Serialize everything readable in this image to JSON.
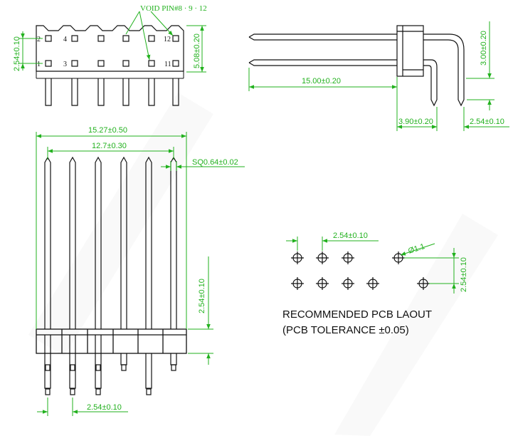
{
  "colors": {
    "dimension": "#22b11e",
    "outline": "#111111",
    "background": "#ffffff"
  },
  "void_note": "VOID PIN#8 · 9 · 12",
  "pin_numbers": {
    "p2": "2",
    "p4": "4",
    "p12": "12",
    "p1": "1",
    "p3": "3",
    "p11": "11"
  },
  "dims": {
    "top_pitch": "2.54±0.10",
    "top_height": "5.08±0.20",
    "side_length": "15.00±0.20",
    "side_height": "3.00±0.20",
    "side_offset": "3.90±0.20",
    "side_pitch": "2.54±0.10",
    "front_overall": "15.27±0.50",
    "front_pitch_span": "12.7±0.30",
    "pin_square": "SQ0.64±0.02",
    "front_pin_height": "2.54±0.10",
    "front_bottom_pitch": "2.54±0.10",
    "pcb_pitch": "2.54±0.10",
    "pcb_hole": "Ø1.1",
    "pcb_row_pitch": "2.54±0.10"
  },
  "pcb_note": {
    "line1": "RECOMMENDED PCB LAOUT",
    "line2": "(PCB TOLERANCE ±0.05)"
  }
}
